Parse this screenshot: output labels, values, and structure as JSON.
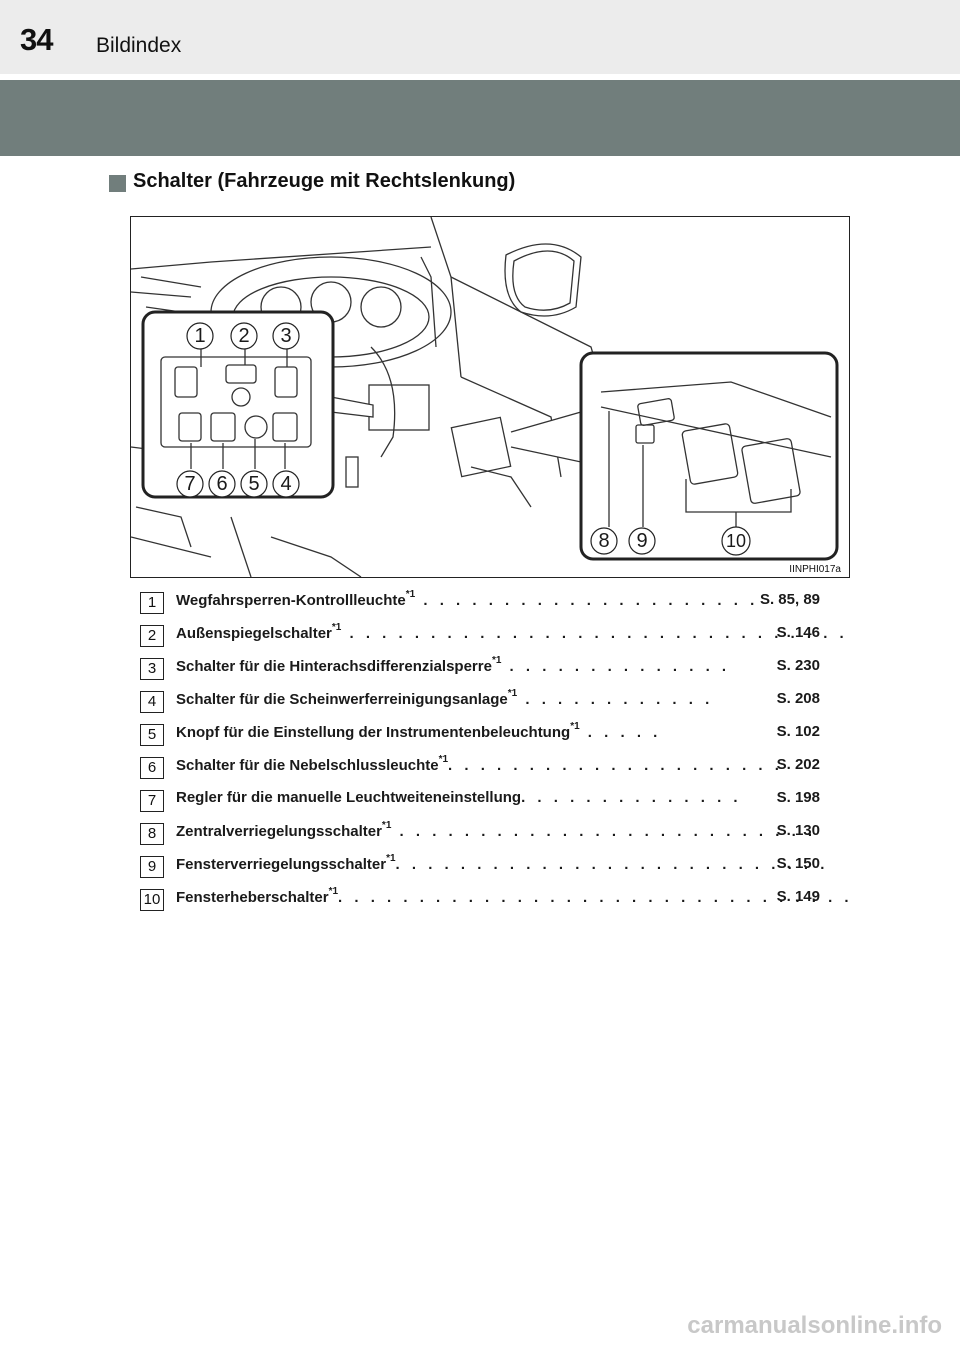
{
  "header": {
    "page_number": "34",
    "section_title": "Bildindex"
  },
  "section": {
    "heading": "Schalter (Fahrzeuge mit Rechtslenkung)"
  },
  "figure": {
    "code": "IINPHI017a",
    "callouts_left_top": [
      "1",
      "2",
      "3"
    ],
    "callouts_left_bottom": [
      "7",
      "6",
      "5",
      "4"
    ],
    "callouts_right": [
      "8",
      "9",
      "10"
    ]
  },
  "items": [
    {
      "num": "1",
      "label": "Wegfahrsperren-Kontrollleuchte",
      "note": "*1",
      "page": "S. 85, 89"
    },
    {
      "num": "2",
      "label": "Außenspiegelschalter",
      "note": "*1",
      "page": "S. 146"
    },
    {
      "num": "3",
      "label": "Schalter für die Hinterachsdifferenzialsperre",
      "note": "*1",
      "page": "S. 230"
    },
    {
      "num": "4",
      "label": "Schalter für die Scheinwerferreinigungsanlage",
      "note": "*1",
      "page": "S. 208"
    },
    {
      "num": "5",
      "label": "Knopf für die Einstellung der Instrumentenbeleuchtung",
      "note": "*1",
      "page": "S. 102"
    },
    {
      "num": "6",
      "label": "Schalter für die Nebelschlussleuchte",
      "note": "*1",
      "page": "S. 202"
    },
    {
      "num": "7",
      "label": "Regler für die manuelle Leuchtweiteneinstellung",
      "note": "",
      "page": "S. 198"
    },
    {
      "num": "8",
      "label": "Zentralverriegelungsschalter",
      "note": "*1",
      "page": "S. 130"
    },
    {
      "num": "9",
      "label": "Fensterverriegelungsschalter",
      "note": "*1",
      "page": "S. 150"
    },
    {
      "num": "10",
      "label": "Fensterheberschalter",
      "note": "*1",
      "page": "S. 149"
    }
  ],
  "footer": {
    "watermark": "carmanualsonline.info"
  }
}
